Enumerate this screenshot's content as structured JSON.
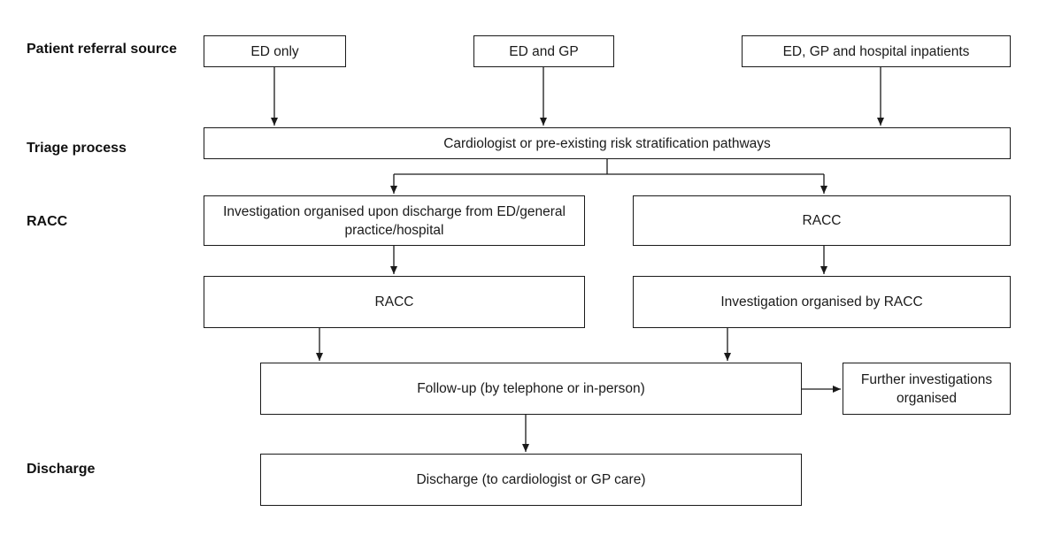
{
  "stages": {
    "referral": "Patient referral source",
    "triage": "Triage process",
    "racc": "RACC",
    "discharge": "Discharge"
  },
  "boxes": {
    "ed_only": "ED only",
    "ed_gp": "ED and GP",
    "ed_gp_inpatients": "ED, GP and hospital inpatients",
    "triage": "Cardiologist or pre-existing risk stratification pathways",
    "investigation_on_discharge": "Investigation organised upon discharge from ED/general practice/hospital",
    "racc_right": "RACC",
    "racc_left": "RACC",
    "investigation_by_racc": "Investigation organised by RACC",
    "follow_up": "Follow-up (by telephone or in-person)",
    "further_investigations": "Further investigations organised",
    "discharge": "Discharge (to cardiologist or GP care)"
  },
  "colors": {
    "line": "#1a1a1a",
    "text": "#111111",
    "background": "#ffffff"
  }
}
